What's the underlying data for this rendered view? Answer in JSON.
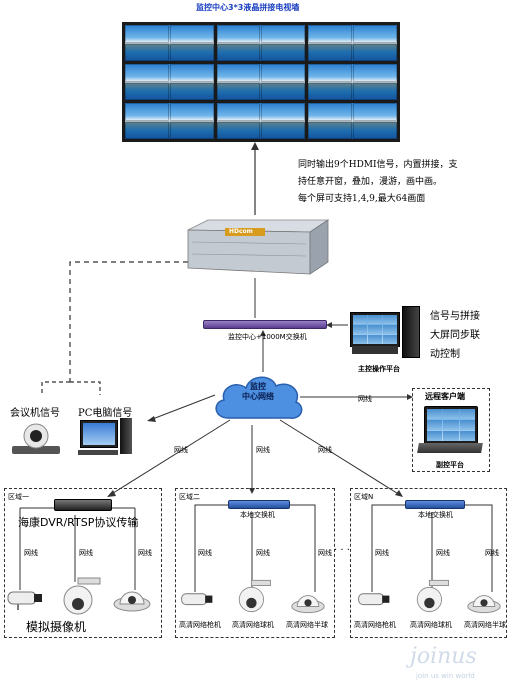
{
  "title": "监控中心3*3液晶拼接电视墙",
  "description_lines": [
    "同时输出9个HDMI信号，内置拼接，支",
    "持任意开窗，叠加，漫游，画中画。",
    "每个屏可支持1,4,9,最大64画面"
  ],
  "server_logo": "HDcom",
  "center_switch_label": "监控中心+1000M交换机",
  "control_platform_label": "主控操作平台",
  "control_text_lines": [
    "信号与拼接",
    "大屏同步联",
    "动控制"
  ],
  "cloud_label_lines": [
    "监控",
    "中心网络"
  ],
  "meeting_signal_label": "会议机信号",
  "pc_signal_label": "PC电脑信号",
  "remote_client_label": "远程客户端",
  "sub_platform_label": "副控平台",
  "network_line_label": "网线",
  "zones": [
    {
      "name": "区域一",
      "device_label": "海康DVR/RTSP协议传输",
      "camera_group_label": "模拟摄像机"
    },
    {
      "name": "区域二",
      "device_label": "本地交换机",
      "camera_labels": [
        "高清网络枪机",
        "高清网络球机",
        "高清网络半球"
      ]
    },
    {
      "name": "区域N",
      "device_label": "本地交换机",
      "camera_labels": [
        "高清网络枪机",
        "高清网络球机",
        "高清网络半球"
      ]
    }
  ],
  "ellipsis": "·  ·  ·",
  "watermark": "joinus",
  "watermark_sub": "join us win world",
  "colors": {
    "title_blue": "#1a3fc0",
    "cloud_fill": "#4d8fe0",
    "switch_purple": "#6e4fa8",
    "switch_blue": "#2f5db0"
  }
}
